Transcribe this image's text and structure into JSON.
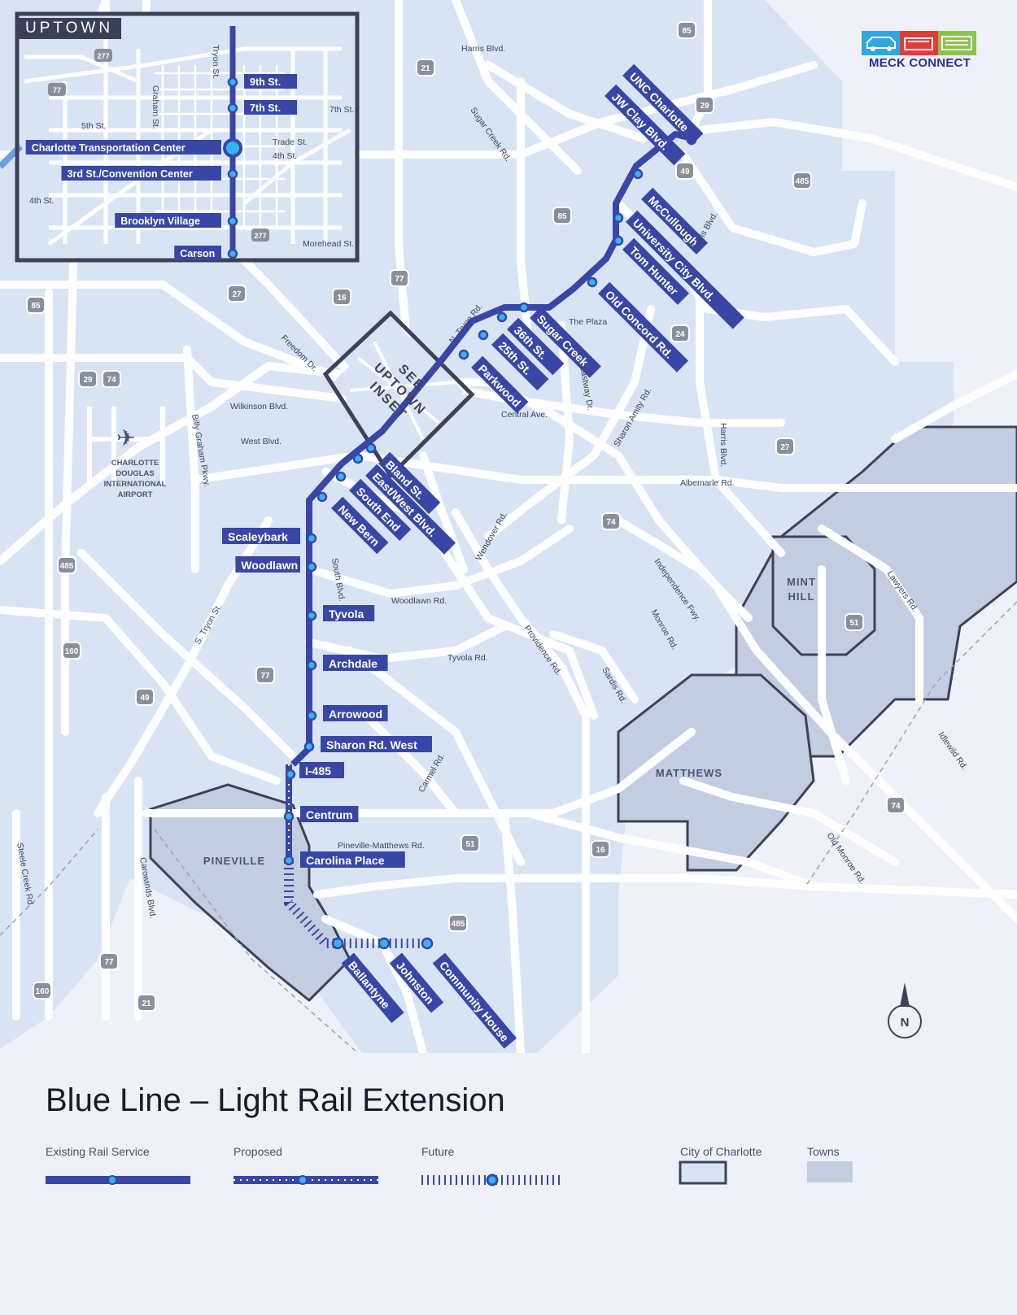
{
  "title": "Blue Line – Light Rail Extension",
  "logo": {
    "text": "MECK CONNECT",
    "colors": [
      "#2fa8e0",
      "#e63a3a",
      "#8bc34a"
    ]
  },
  "colors": {
    "rail": "#3847a6",
    "station": "#35b4f0",
    "charlotte_area": "#d8e4f4",
    "towns": "#c3cde2",
    "roads": "#ffffff",
    "border": "#3d4258",
    "background": "#eef2f8"
  },
  "inset": {
    "title": "UPTOWN",
    "stations": [
      {
        "label": "9th St."
      },
      {
        "label": "7th St."
      },
      {
        "label": "Charlotte Transportation Center"
      },
      {
        "label": "3rd St./Convention Center"
      },
      {
        "label": "Brooklyn Village"
      },
      {
        "label": "Carson"
      }
    ],
    "roads": [
      "Tryon St.",
      "Graham St.",
      "5th St.",
      "7th St.",
      "Trade St.",
      "4th St.",
      "4th St.",
      "Morehead St."
    ],
    "shields": [
      "277",
      "77",
      "277"
    ]
  },
  "see_inset_label": [
    "SEE",
    "UPTOWN",
    "INSET"
  ],
  "stations_northeast": [
    "UNC Charlotte",
    "JW Clay Blvd.",
    "McCullough",
    "University City Blvd.",
    "Tom Hunter",
    "Old Concord Rd.",
    "Sugar Creek",
    "36th St.",
    "25th St.",
    "Parkwood"
  ],
  "stations_south": [
    "Bland St.",
    "East/West Blvd.",
    "South End",
    "New Bern",
    "Scaleybark",
    "Woodlawn",
    "Tyvola",
    "Archdale",
    "Arrowood",
    "Sharon Rd. West",
    "I-485",
    "Centrum",
    "Carolina Place"
  ],
  "stations_future": [
    "Ballantyne",
    "Johnston",
    "Community House"
  ],
  "roads": [
    "Harris Blvd.",
    "Sugar Creek Rd.",
    "N. Tryon Rd.",
    "The Plaza",
    "Harris Blvd.",
    "Eastway Dr.",
    "Central Ave.",
    "Sharon Amity Rd.",
    "Harris Blvd.",
    "Freedom Dr.",
    "Wilkinson Blvd.",
    "West Blvd.",
    "Billy Graham Pkwy.",
    "Albemarle Rd.",
    "Wendover Rd.",
    "Independence Fwy.",
    "Lawyers Rd.",
    "South Blvd.",
    "Woodlawn Rd.",
    "S. Tryon St.",
    "Tyvola Rd.",
    "Providence Rd.",
    "Monroe Rd.",
    "Sardis Rd.",
    "Idlewild Rd.",
    "Carmel Rd.",
    "Pineville-Matthews Rd.",
    "Old Monroe Rd.",
    "Steele Creek Rd.",
    "Carowinds Blvd."
  ],
  "airport": [
    "CHARLOTTE",
    "DOUGLAS",
    "INTERNATIONAL",
    "AIRPORT"
  ],
  "towns": [
    "MINT",
    "HILL",
    "MATTHEWS",
    "PINEVILLE"
  ],
  "shields": [
    "85",
    "21",
    "29",
    "49",
    "485",
    "85",
    "77",
    "27",
    "16",
    "85",
    "24",
    "29",
    "74",
    "27",
    "74",
    "485",
    "51",
    "160",
    "77",
    "49",
    "74",
    "51",
    "16",
    "485",
    "77",
    "21",
    "160"
  ],
  "north_arrow": "N",
  "legend": {
    "existing": "Existing Rail Service",
    "proposed": "Proposed",
    "future": "Future",
    "city": "City of Charlotte",
    "towns": "Towns"
  }
}
